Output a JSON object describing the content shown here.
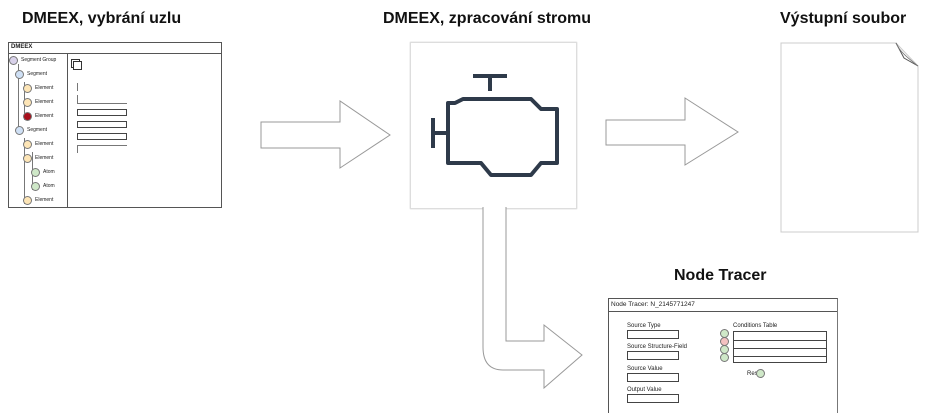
{
  "titles": {
    "dmeex_select": "DMEEX, vybrání uzlu",
    "dmeex_process": "DMEEX, zpracování stromu",
    "output_file": "Výstupní soubor",
    "node_tracer": "Node Tracer"
  },
  "dmeex_panel": {
    "header": "DMEEX",
    "tree": [
      {
        "label": "Segment Group",
        "color": "#d9d2ea"
      },
      {
        "label": "Segment",
        "color": "#cfe0f5"
      },
      {
        "label": "Element",
        "color": "#fde5b6"
      },
      {
        "label": "Element",
        "color": "#fde5b6"
      },
      {
        "label": "Element",
        "color": "#a8101c"
      },
      {
        "label": "Segment",
        "color": "#cfe0f5"
      },
      {
        "label": "Element",
        "color": "#fde5b6"
      },
      {
        "label": "Element",
        "color": "#fde5b6"
      },
      {
        "label": "Atom",
        "color": "#cfe8c8"
      },
      {
        "label": "Atom",
        "color": "#cfe8c8"
      },
      {
        "label": "Element",
        "color": "#fde5b6"
      }
    ]
  },
  "tracer_panel": {
    "header": "Node Tracer: N_2145771247",
    "fields": [
      "Source Type",
      "Source Structure-Field",
      "Source Value",
      "Output Value"
    ],
    "conditions_label": "Conditions Table",
    "result_label": "Result",
    "condition_colors": [
      "#cfe8c8",
      "#f4c1c1",
      "#cfe8c8",
      "#cfe8c8"
    ],
    "result_color": "#cfe8c8"
  },
  "icon": "engine-icon"
}
